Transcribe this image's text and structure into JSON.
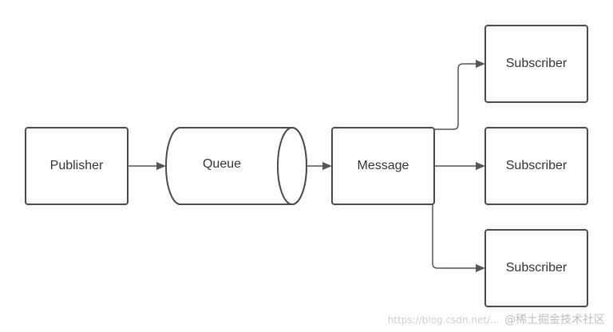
{
  "diagram": {
    "nodes": {
      "publisher": "Publisher",
      "queue": "Queue",
      "message": "Message",
      "subscriber_1": "Subscriber",
      "subscriber_2": "Subscriber",
      "subscriber_3": "Subscriber"
    },
    "colors": {
      "stroke": "#4a4a4a",
      "edge": "#555555",
      "fill": "#ffffff"
    }
  },
  "watermark": {
    "url": "https://blog.csdn.net/...",
    "text": "@稀土掘金技术社区"
  }
}
